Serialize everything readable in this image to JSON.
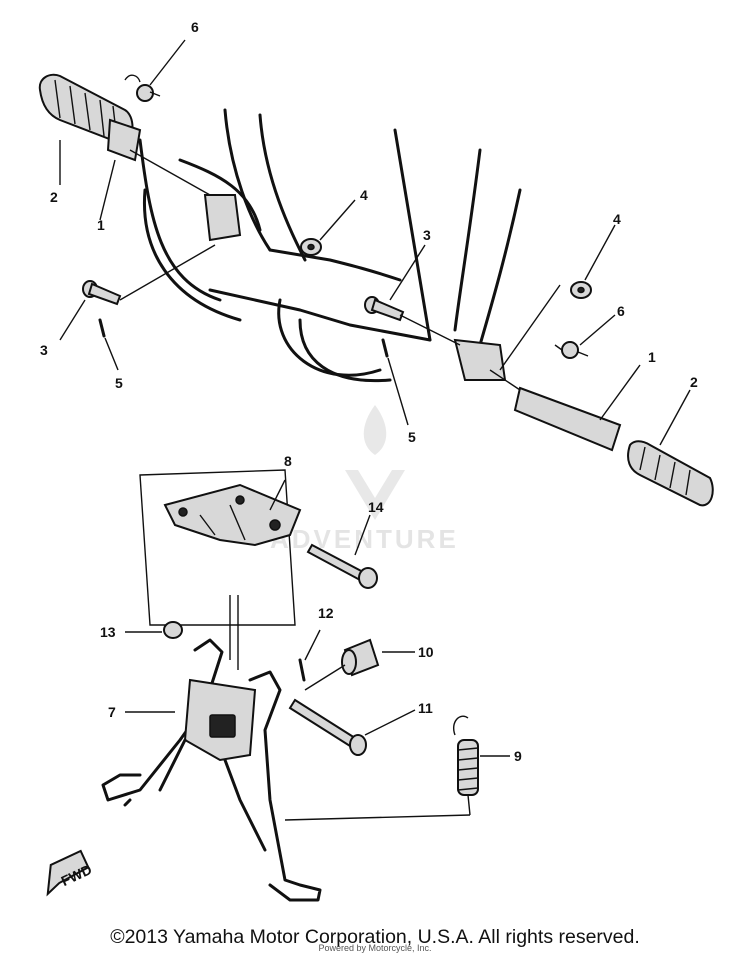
{
  "callouts": {
    "c6a": "6",
    "c2a": "2",
    "c1a": "1",
    "c4a": "4",
    "c3a": "3",
    "c3b": "3",
    "c5a": "5",
    "c5b": "5",
    "c4b": "4",
    "c6b": "6",
    "c1b": "1",
    "c2b": "2",
    "c8": "8",
    "c14": "14",
    "c13": "13",
    "c12": "12",
    "c10": "10",
    "c7": "7",
    "c11": "11",
    "c9": "9"
  },
  "watermark": "ADVENTURE",
  "fwd_label": "FWD",
  "copyright": "©2013 Yamaha Motor Corporation, U.S.A. All rights reserved.",
  "fine_print": "Powered by Motorcycle, Inc."
}
